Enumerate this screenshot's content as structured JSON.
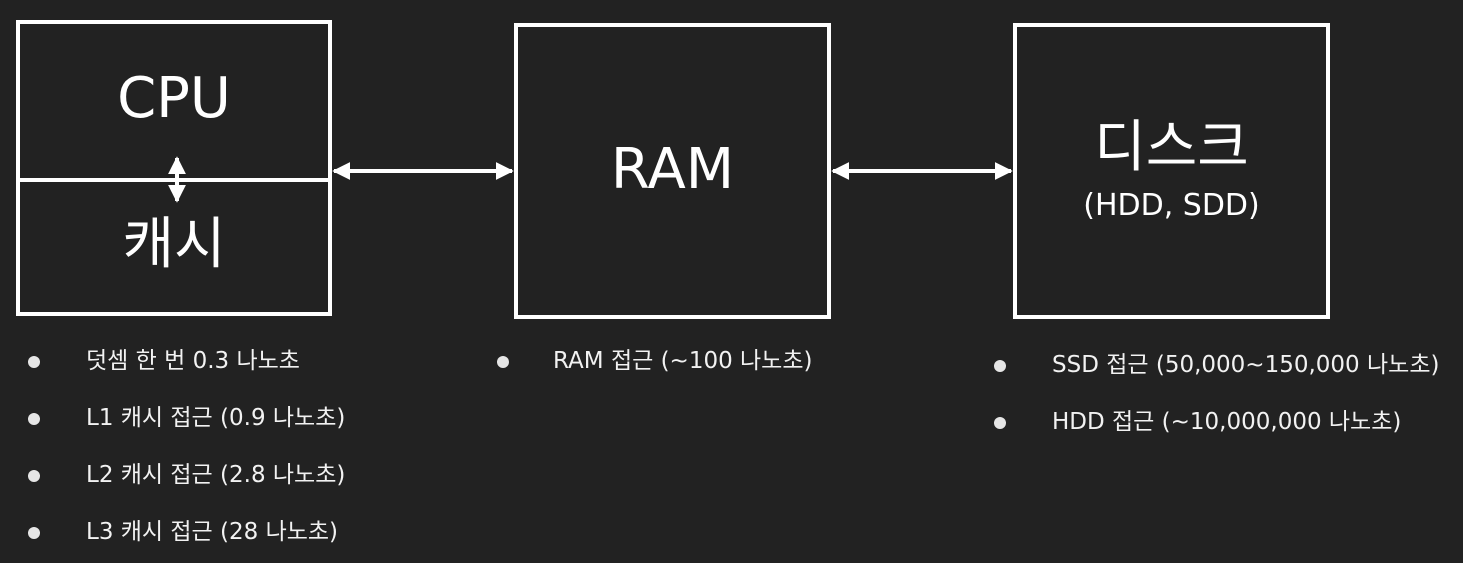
{
  "diagram": {
    "cpu_label": "CPU",
    "cache_label": "캐시",
    "ram_label": "RAM",
    "disk_label": "디스크",
    "disk_sublabel": "(HDD, SDD)"
  },
  "lists": {
    "cpu": [
      "덧셈 한 번 0.3 나노초",
      "L1 캐시 접근 (0.9 나노초)",
      "L2 캐시 접근 (2.8 나노초)",
      "L3 캐시 접근 (28 나노초)"
    ],
    "ram": [
      "RAM 접근 (~100 나노초)"
    ],
    "disk": [
      "SSD 접근 (50,000~150,000 나노초)",
      "HDD 접근 (~10,000,000 나노초)"
    ]
  },
  "colors": {
    "background": "#222222",
    "foreground": "#ffffff"
  }
}
